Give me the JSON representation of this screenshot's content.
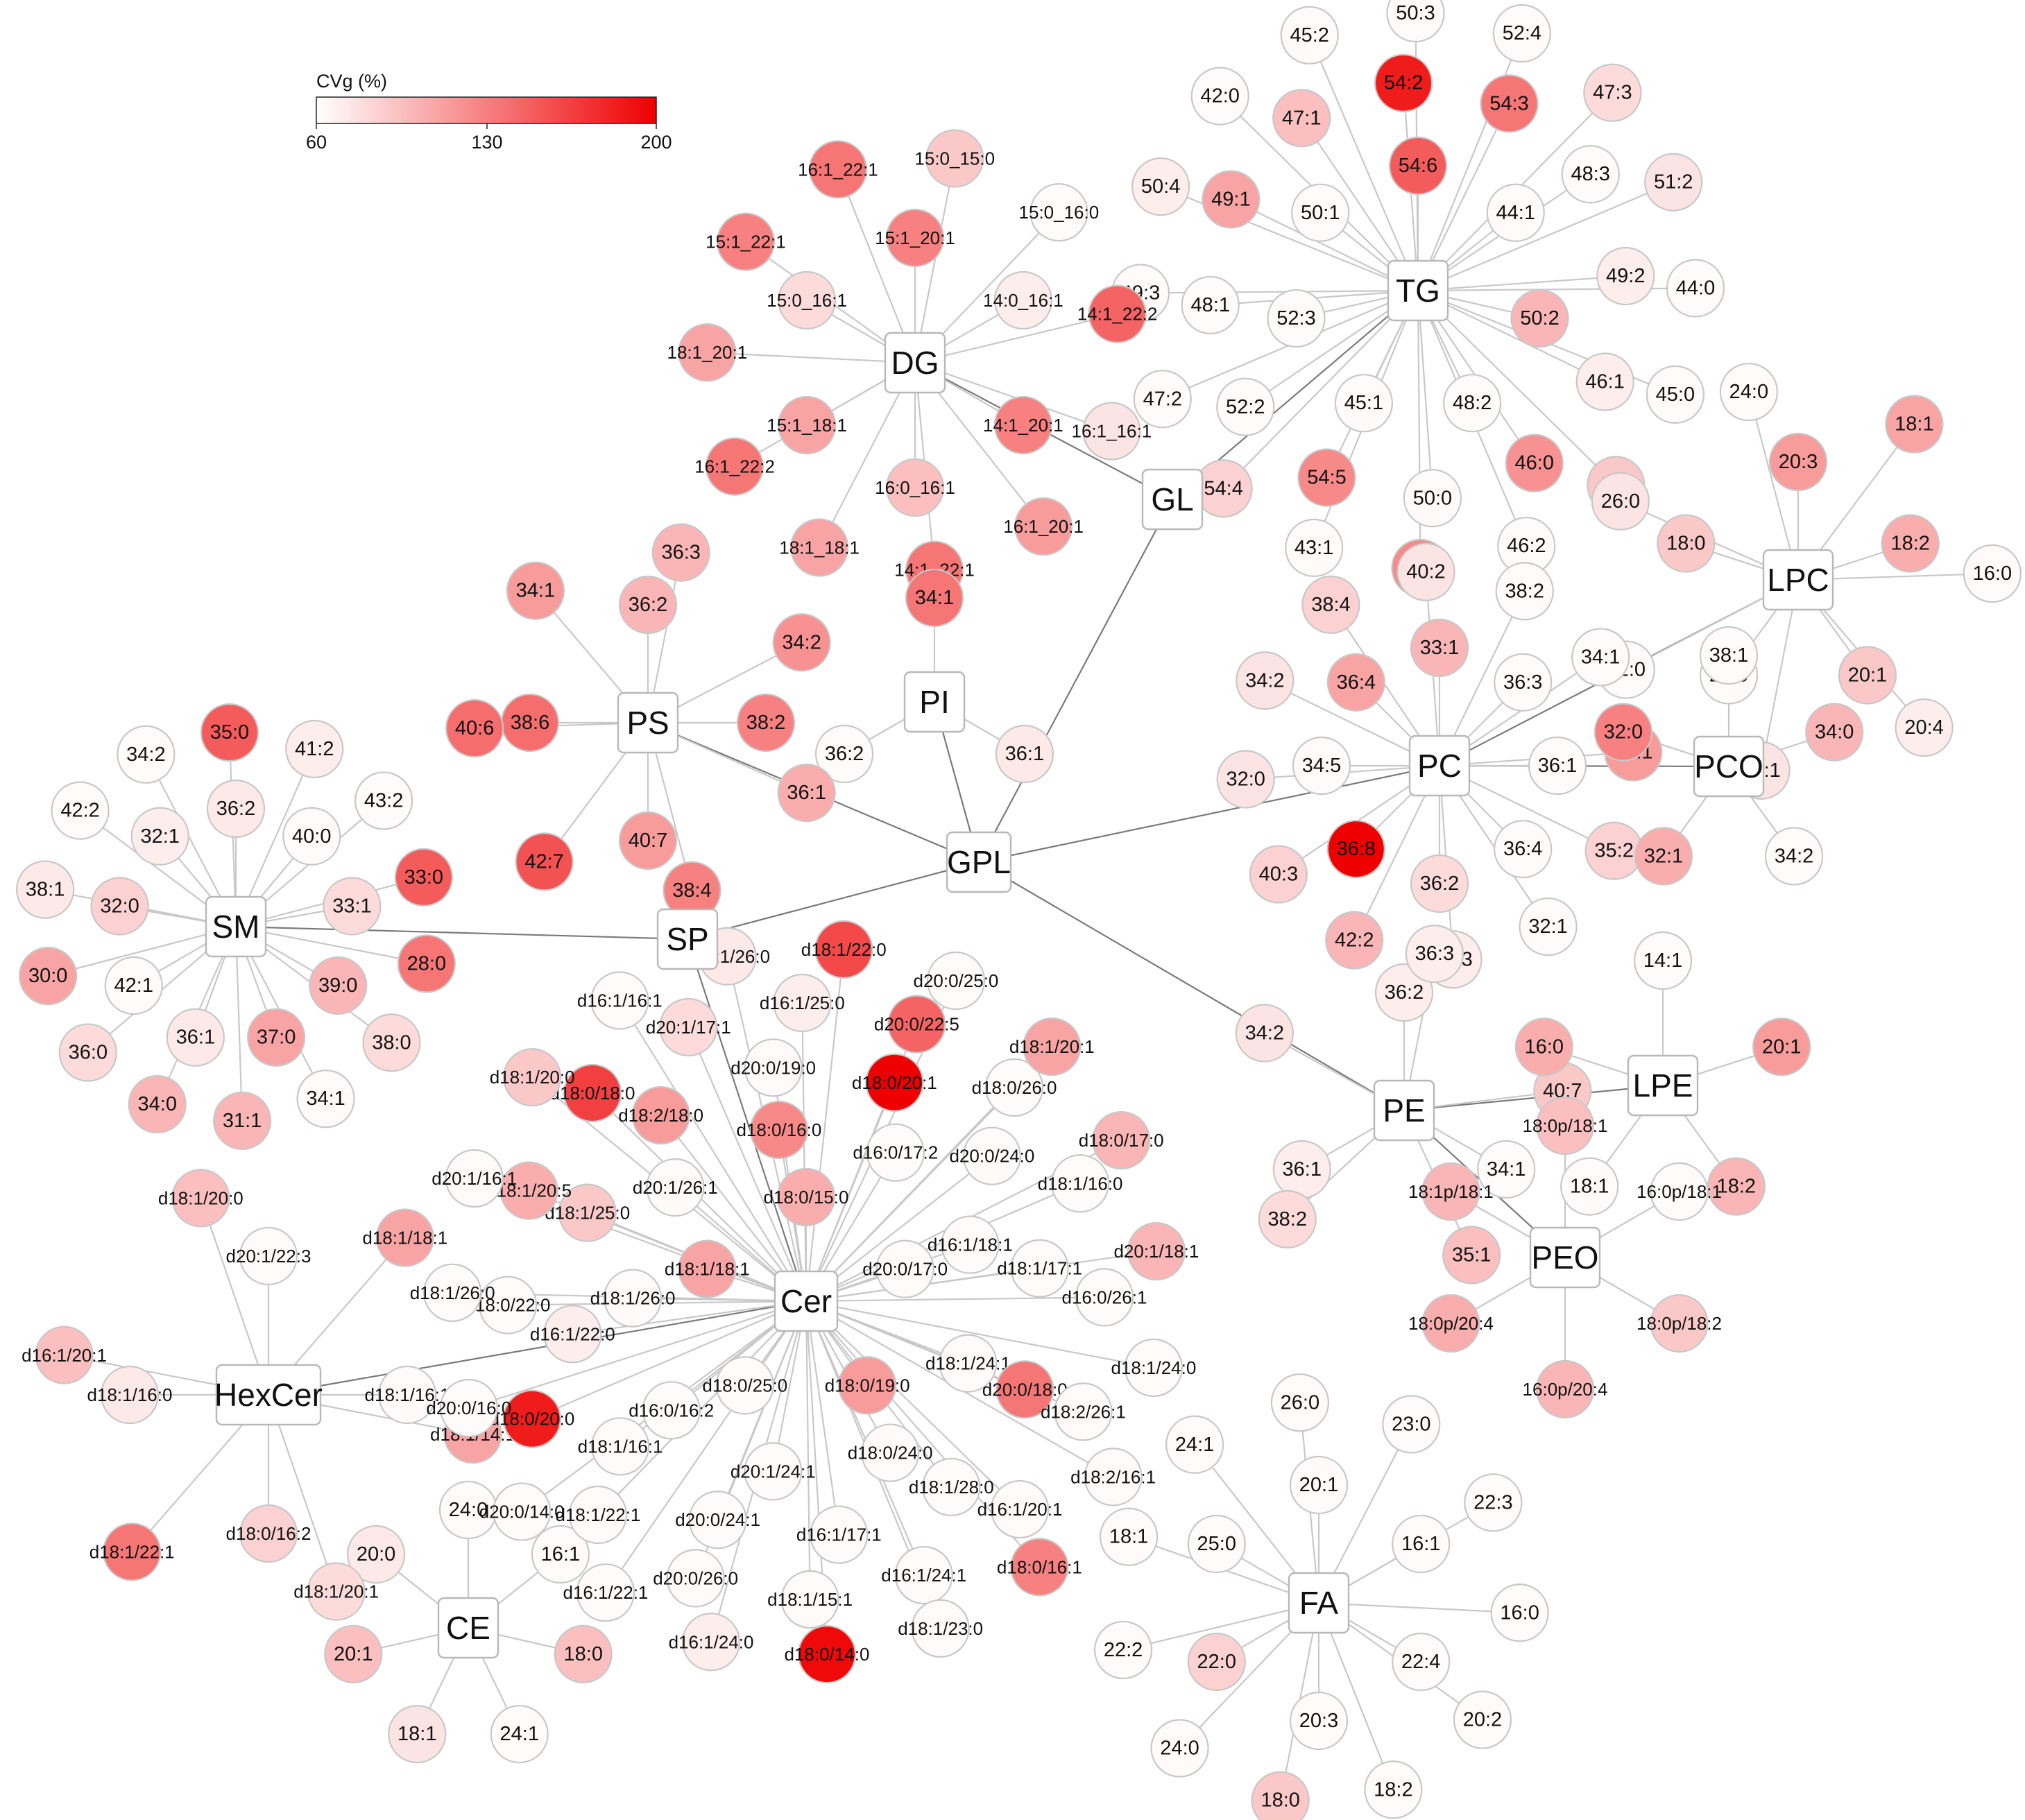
{
  "legend": {
    "title": "CVg (%)",
    "ticks": [
      "60",
      "130",
      "200"
    ],
    "min": 60,
    "max": 200,
    "color_low": "#ffffff",
    "color_high": "#ee0000"
  },
  "colors": {
    "edge": "#7a7a7a",
    "node_stroke": "#c8c8c8"
  },
  "edges": [
    [
      "GPL",
      "GL"
    ],
    [
      "GPL",
      "PI"
    ],
    [
      "GPL",
      "PS"
    ],
    [
      "GPL",
      "SP"
    ],
    [
      "GPL",
      "PC"
    ],
    [
      "GPL",
      "PE"
    ],
    [
      "GL",
      "DG"
    ],
    [
      "GL",
      "TG"
    ],
    [
      "PC",
      "LPC"
    ],
    [
      "PC",
      "PCO"
    ],
    [
      "PE",
      "LPE"
    ],
    [
      "PE",
      "PEO"
    ],
    [
      "SP",
      "SM"
    ],
    [
      "SP",
      "Cer"
    ],
    [
      "Cer",
      "HexCer"
    ]
  ],
  "groups": [
    {
      "hub": "TG",
      "members": [
        [
          "54:6",
          150
        ],
        [
          "44:1",
          62
        ],
        [
          "50:2",
          100
        ],
        [
          "48:2",
          62
        ],
        [
          "45:1",
          62
        ],
        [
          "52:3",
          62
        ],
        [
          "50:1",
          62
        ],
        [
          "54:3",
          135
        ],
        [
          "48:3",
          62
        ],
        [
          "49:2",
          70
        ],
        [
          "46:1",
          70
        ],
        [
          "46:0",
          120
        ],
        [
          "50:0",
          62
        ],
        [
          "54:5",
          125
        ],
        [
          "52:2",
          62
        ],
        [
          "48:1",
          62
        ],
        [
          "49:1",
          110
        ],
        [
          "47:1",
          95
        ],
        [
          "54:2",
          185
        ],
        [
          "52:4",
          62
        ],
        [
          "47:3",
          80
        ],
        [
          "51:2",
          75
        ],
        [
          "44:0",
          62
        ],
        [
          "45:0",
          62
        ],
        [
          "48:0",
          90
        ],
        [
          "46:2",
          62
        ],
        [
          "47:0",
          125
        ],
        [
          "43:1",
          62
        ],
        [
          "54:4",
          85
        ],
        [
          "47:2",
          62
        ],
        [
          "49:3",
          62
        ],
        [
          "50:4",
          70
        ],
        [
          "42:0",
          62
        ],
        [
          "45:2",
          62
        ],
        [
          "50:3",
          62
        ]
      ]
    },
    {
      "hub": "DG",
      "members": [
        [
          "15:1_20:1",
          130
        ],
        [
          "14:0_16:1",
          70
        ],
        [
          "14:1_20:1",
          130
        ],
        [
          "16:0_16:1",
          95
        ],
        [
          "15:1_18:1",
          110
        ],
        [
          "15:0_16:1",
          80
        ],
        [
          "15:0_15:0",
          90
        ],
        [
          "15:0_16:0",
          62
        ],
        [
          "14:1_22:2",
          145
        ],
        [
          "16:1_16:1",
          75
        ],
        [
          "16:1_20:1",
          115
        ],
        [
          "14:1_22:1",
          135
        ],
        [
          "18:1_18:1",
          110
        ],
        [
          "16:1_22:2",
          135
        ],
        [
          "18:1_20:1",
          110
        ],
        [
          "15:1_22:1",
          130
        ],
        [
          "16:1_22:1",
          135
        ]
      ]
    },
    {
      "hub": "LPC",
      "members": [
        [
          "20:3",
          115
        ],
        [
          "18:2",
          105
        ],
        [
          "20:1",
          90
        ],
        [
          "20:0",
          62
        ],
        [
          "18:0",
          90
        ],
        [
          "18:1",
          110
        ],
        [
          "16:0",
          62
        ],
        [
          "20:4",
          70
        ],
        [
          "16:1",
          75
        ],
        [
          "22:0",
          62
        ],
        [
          "26:0",
          75
        ],
        [
          "24:0",
          62
        ]
      ]
    },
    {
      "hub": "PC",
      "members": [
        [
          "33:1",
          100
        ],
        [
          "36:3",
          62
        ],
        [
          "36:1",
          62
        ],
        [
          "36:4",
          62
        ],
        [
          "36:2",
          80
        ],
        [
          "36:8",
          200
        ],
        [
          "34:5",
          62
        ],
        [
          "36:4",
          110
        ],
        [
          "38:2",
          62
        ],
        [
          "34:1",
          62
        ],
        [
          "35:1",
          115
        ],
        [
          "35:2",
          85
        ],
        [
          "32:1",
          62
        ],
        [
          "42:3",
          70
        ],
        [
          "42:2",
          100
        ],
        [
          "40:3",
          85
        ],
        [
          "32:0",
          75
        ],
        [
          "34:2",
          75
        ],
        [
          "38:4",
          85
        ],
        [
          "40:2",
          75
        ]
      ]
    },
    {
      "hub": "PCO",
      "members": [
        [
          "38:1",
          62
        ],
        [
          "34:0",
          100
        ],
        [
          "34:2",
          62
        ],
        [
          "32:1",
          105
        ],
        [
          "32:0",
          130
        ]
      ]
    },
    {
      "hub": "PI",
      "members": [
        [
          "34:1",
          135
        ],
        [
          "36:1",
          72
        ],
        [
          "36:2",
          62
        ]
      ]
    },
    {
      "hub": "PS",
      "members": [
        [
          "36:2",
          100
        ],
        [
          "38:2",
          130
        ],
        [
          "40:7",
          115
        ],
        [
          "38:6",
          140
        ],
        [
          "36:3",
          100
        ],
        [
          "34:2",
          120
        ],
        [
          "36:1",
          105
        ],
        [
          "38:4",
          130
        ],
        [
          "42:7",
          155
        ],
        [
          "40:6",
          140
        ],
        [
          "34:1",
          115
        ]
      ]
    },
    {
      "hub": "SM",
      "members": [
        [
          "36:2",
          72
        ],
        [
          "40:0",
          62
        ],
        [
          "33:1",
          80
        ],
        [
          "39:0",
          100
        ],
        [
          "37:0",
          110
        ],
        [
          "36:1",
          72
        ],
        [
          "42:1",
          62
        ],
        [
          "32:0",
          85
        ],
        [
          "32:1",
          70
        ],
        [
          "41:2",
          70
        ],
        [
          "43:2",
          62
        ],
        [
          "33:0",
          150
        ],
        [
          "28:0",
          135
        ],
        [
          "38:0",
          80
        ],
        [
          "34:1",
          62
        ],
        [
          "31:1",
          100
        ],
        [
          "34:0",
          100
        ],
        [
          "36:0",
          80
        ],
        [
          "30:0",
          110
        ],
        [
          "38:1",
          72
        ],
        [
          "42:2",
          62
        ],
        [
          "34:2",
          62
        ],
        [
          "35:0",
          150
        ]
      ]
    },
    {
      "hub": "PE",
      "members": [
        [
          "36:2",
          70
        ],
        [
          "34:1",
          62
        ],
        [
          "36:1",
          70
        ],
        [
          "36:3",
          70
        ],
        [
          "40:7",
          90
        ],
        [
          "35:1",
          95
        ],
        [
          "38:2",
          80
        ],
        [
          "34:2",
          75
        ]
      ]
    },
    {
      "hub": "LPE",
      "members": [
        [
          "14:1",
          62
        ],
        [
          "20:1",
          115
        ],
        [
          "18:2",
          100
        ],
        [
          "18:1",
          62
        ],
        [
          "16:0",
          105
        ]
      ]
    },
    {
      "hub": "PEO",
      "members": [
        [
          "18:0p/18:1",
          95
        ],
        [
          "16:0p/18:1",
          62
        ],
        [
          "18:0p/18:2",
          90
        ],
        [
          "16:0p/20:4",
          100
        ],
        [
          "18:0p/20:4",
          105
        ],
        [
          "18:1p/18:1",
          100
        ]
      ]
    },
    {
      "hub": "FA",
      "members": [
        [
          "20:1",
          62
        ],
        [
          "16:1",
          62
        ],
        [
          "22:4",
          62
        ],
        [
          "20:3",
          62
        ],
        [
          "22:0",
          85
        ],
        [
          "25:0",
          62
        ],
        [
          "23:0",
          62
        ],
        [
          "22:3",
          62
        ],
        [
          "16:0",
          62
        ],
        [
          "20:2",
          62
        ],
        [
          "18:2",
          62
        ],
        [
          "18:0",
          90
        ],
        [
          "24:0",
          62
        ],
        [
          "22:2",
          62
        ],
        [
          "18:1",
          62
        ],
        [
          "24:1",
          62
        ],
        [
          "26:0",
          62
        ]
      ]
    },
    {
      "hub": "CE",
      "members": [
        [
          "24:0",
          62
        ],
        [
          "16:1",
          62
        ],
        [
          "18:0",
          95
        ],
        [
          "24:1",
          62
        ],
        [
          "18:1",
          75
        ],
        [
          "20:1",
          95
        ],
        [
          "20:0",
          72
        ]
      ]
    },
    {
      "hub": "HexCer",
      "members": [
        [
          "d20:1/22:3",
          62
        ],
        [
          "d18:1/16:1",
          62
        ],
        [
          "d18:0/16:2",
          85
        ],
        [
          "d18:1/16:0",
          72
        ],
        [
          "d18:1/18:1",
          110
        ],
        [
          "d18:1/14:1",
          110
        ],
        [
          "d18:1/20:1",
          80
        ],
        [
          "d18:1/22:1",
          135
        ],
        [
          "d16:1/20:1",
          95
        ],
        [
          "d18:1/20:0",
          95
        ]
      ]
    },
    {
      "hub": "Cer",
      "members": [
        [
          "d18:0/15:0",
          105
        ],
        [
          "d20:0/17:0",
          62
        ],
        [
          "d18:0/19:0",
          115
        ],
        [
          "d18:0/25:0",
          62
        ],
        [
          "d18:1/18:1",
          110
        ],
        [
          "d16:0/17:2",
          62
        ],
        [
          "d16:1/18:1",
          62
        ],
        [
          "d18:1/24:1",
          62
        ],
        [
          "d18:0/24:0",
          62
        ],
        [
          "d20:1/24:1",
          62
        ],
        [
          "d16:0/16:2",
          62
        ],
        [
          "d18:1/26:0",
          62
        ],
        [
          "d20:1/26:1",
          62
        ],
        [
          "d18:0/16:0",
          125
        ],
        [
          "d18:0/20:1",
          200
        ],
        [
          "d20:0/24:0",
          62
        ],
        [
          "d18:1/17:1",
          62
        ],
        [
          "d20:0/18:0",
          135
        ],
        [
          "d18:1/28:0",
          62
        ],
        [
          "d16:1/17:1",
          62
        ],
        [
          "d20:0/24:1",
          62
        ],
        [
          "d18:1/16:1",
          62
        ],
        [
          "d16:1/22:0",
          70
        ],
        [
          "d18:1/25:0",
          90
        ],
        [
          "d18:2/18:0",
          115
        ],
        [
          "d20:0/19:0",
          62
        ],
        [
          "d18:0/26:0",
          62
        ],
        [
          "d18:1/16:0",
          62
        ],
        [
          "d16:0/26:1",
          62
        ],
        [
          "d18:2/26:1",
          62
        ],
        [
          "d16:1/20:1",
          62
        ],
        [
          "d16:1/24:1",
          62
        ],
        [
          "d18:1/15:1",
          62
        ],
        [
          "d20:0/26:0",
          62
        ],
        [
          "d18:1/22:1",
          62
        ],
        [
          "d18:0/20:0",
          185
        ],
        [
          "d18:0/22:0",
          62
        ],
        [
          "d18:1/20:5",
          105
        ],
        [
          "d18:0/18:0",
          165
        ],
        [
          "d20:1/17:1",
          80
        ],
        [
          "d16:1/25:0",
          70
        ],
        [
          "d20:0/22:5",
          145
        ],
        [
          "d18:1/20:1",
          110
        ],
        [
          "d18:0/17:0",
          100
        ],
        [
          "d20:1/18:1",
          100
        ],
        [
          "d18:1/24:0",
          62
        ],
        [
          "d18:2/16:1",
          62
        ],
        [
          "d18:0/16:1",
          130
        ],
        [
          "d18:1/23:0",
          62
        ],
        [
          "d18:0/14:0",
          195
        ],
        [
          "d16:1/24:0",
          70
        ],
        [
          "d16:1/22:1",
          62
        ],
        [
          "d20:0/14:0",
          62
        ],
        [
          "d20:0/16:0",
          62
        ],
        [
          "d18:1/26:0",
          62
        ],
        [
          "d20:1/16:1",
          62
        ],
        [
          "d18:1/20:0",
          90
        ],
        [
          "d16:1/16:1",
          62
        ],
        [
          "d16:1/26:0",
          72
        ],
        [
          "d18:1/22:0",
          160
        ],
        [
          "d20:0/25:0",
          62
        ]
      ]
    }
  ]
}
